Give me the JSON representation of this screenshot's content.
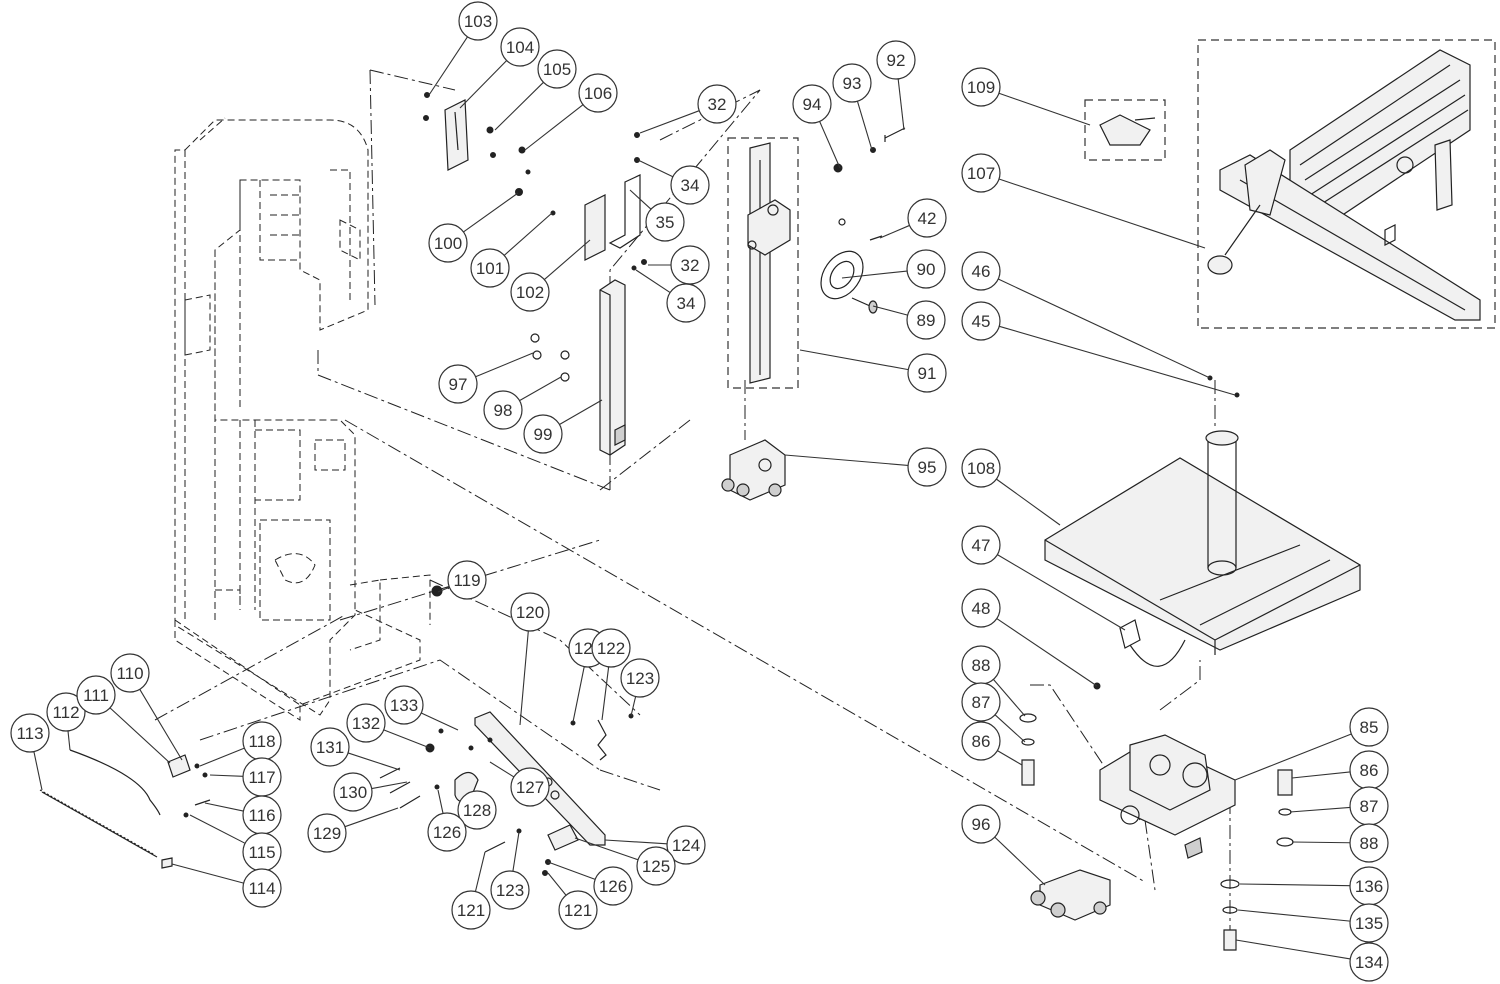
{
  "callouts": [
    {
      "id": "c103",
      "label": "103"
    },
    {
      "id": "c104",
      "label": "104"
    },
    {
      "id": "c105",
      "label": "105"
    },
    {
      "id": "c106",
      "label": "106"
    },
    {
      "id": "c32a",
      "label": "32"
    },
    {
      "id": "c34a",
      "label": "34"
    },
    {
      "id": "c35",
      "label": "35"
    },
    {
      "id": "c32b",
      "label": "32"
    },
    {
      "id": "c34b",
      "label": "34"
    },
    {
      "id": "c100",
      "label": "100"
    },
    {
      "id": "c101",
      "label": "101"
    },
    {
      "id": "c102",
      "label": "102"
    },
    {
      "id": "c97",
      "label": "97"
    },
    {
      "id": "c98",
      "label": "98"
    },
    {
      "id": "c99",
      "label": "99"
    },
    {
      "id": "c94",
      "label": "94"
    },
    {
      "id": "c93",
      "label": "93"
    },
    {
      "id": "c92",
      "label": "92"
    },
    {
      "id": "c42",
      "label": "42"
    },
    {
      "id": "c90",
      "label": "90"
    },
    {
      "id": "c89",
      "label": "89"
    },
    {
      "id": "c91",
      "label": "91"
    },
    {
      "id": "c95",
      "label": "95"
    },
    {
      "id": "c109",
      "label": "109"
    },
    {
      "id": "c107",
      "label": "107"
    },
    {
      "id": "c46",
      "label": "46"
    },
    {
      "id": "c45",
      "label": "45"
    },
    {
      "id": "c108",
      "label": "108"
    },
    {
      "id": "c47",
      "label": "47"
    },
    {
      "id": "c48",
      "label": "48"
    },
    {
      "id": "c88a",
      "label": "88"
    },
    {
      "id": "c87a",
      "label": "87"
    },
    {
      "id": "c86a",
      "label": "86"
    },
    {
      "id": "c85",
      "label": "85"
    },
    {
      "id": "c86b",
      "label": "86"
    },
    {
      "id": "c87b",
      "label": "87"
    },
    {
      "id": "c88b",
      "label": "88"
    },
    {
      "id": "c96",
      "label": "96"
    },
    {
      "id": "c136",
      "label": "136"
    },
    {
      "id": "c135",
      "label": "135"
    },
    {
      "id": "c134",
      "label": "134"
    },
    {
      "id": "c119",
      "label": "119"
    },
    {
      "id": "c120",
      "label": "120"
    },
    {
      "id": "c121a",
      "label": "121"
    },
    {
      "id": "c122",
      "label": "122"
    },
    {
      "id": "c123a",
      "label": "123"
    },
    {
      "id": "c133",
      "label": "133"
    },
    {
      "id": "c132",
      "label": "132"
    },
    {
      "id": "c131",
      "label": "131"
    },
    {
      "id": "c130",
      "label": "130"
    },
    {
      "id": "c129",
      "label": "129"
    },
    {
      "id": "c128",
      "label": "128"
    },
    {
      "id": "c127",
      "label": "127"
    },
    {
      "id": "c126a",
      "label": "126"
    },
    {
      "id": "c124",
      "label": "124"
    },
    {
      "id": "c125",
      "label": "125"
    },
    {
      "id": "c126b",
      "label": "126"
    },
    {
      "id": "c121b",
      "label": "121"
    },
    {
      "id": "c123b",
      "label": "123"
    },
    {
      "id": "c121c",
      "label": "121"
    },
    {
      "id": "c113",
      "label": "113"
    },
    {
      "id": "c112",
      "label": "112"
    },
    {
      "id": "c111",
      "label": "111"
    },
    {
      "id": "c110",
      "label": "110"
    },
    {
      "id": "c118",
      "label": "118"
    },
    {
      "id": "c117",
      "label": "117"
    },
    {
      "id": "c116",
      "label": "116"
    },
    {
      "id": "c115",
      "label": "115"
    },
    {
      "id": "c114",
      "label": "114"
    }
  ]
}
